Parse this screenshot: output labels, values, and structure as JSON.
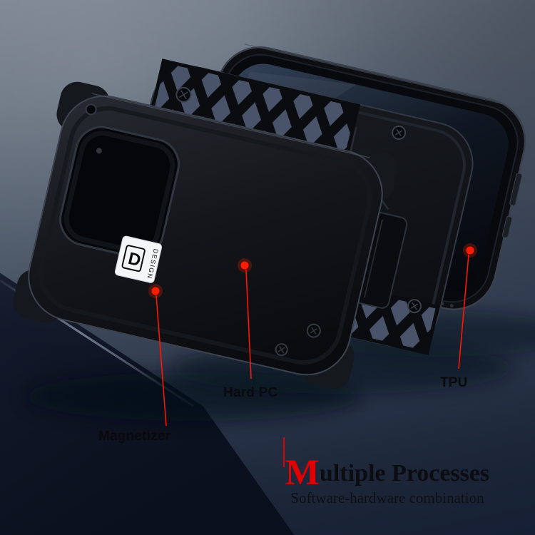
{
  "annotations": {
    "magnetizer": {
      "label": "Magnetizer"
    },
    "hard_pc": {
      "label": "Hard PC"
    },
    "tpu": {
      "label": "TPU"
    }
  },
  "title": {
    "initial": "M",
    "rest": "ultiple Processes"
  },
  "subtitle": "Software-hardware combination",
  "logo": {
    "mark": "D",
    "text": "DESIGN"
  },
  "colors": {
    "accent_red": "#e10000",
    "case_black": "#0c0e12",
    "background_top": "#79828f",
    "background_bottom": "#0a0f1d"
  }
}
